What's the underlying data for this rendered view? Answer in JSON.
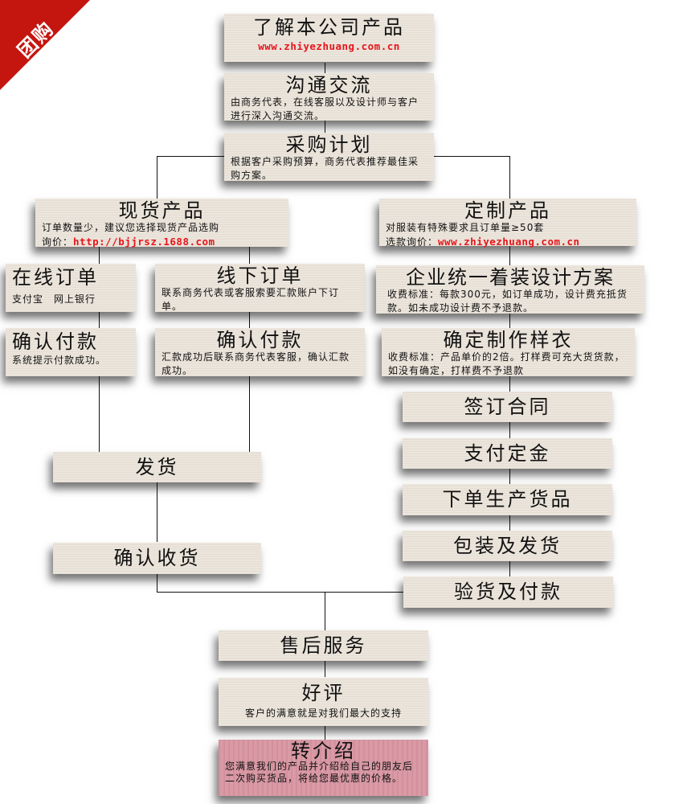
{
  "corner_badge": {
    "label": "团购",
    "color": "#c4160f"
  },
  "colors": {
    "box_bg": "#ebe5dc",
    "referral_bg": "#d99aa5",
    "link": "#e8141a",
    "connector": "#111111"
  },
  "flow": {
    "know_products": {
      "title": "了解本公司产品",
      "link": "www.zhiyezhuang.com.cn"
    },
    "communication": {
      "title": "沟通交流",
      "desc": "由商务代表，在线客服以及设计师与客户进行深入沟通交流。"
    },
    "purchase_plan": {
      "title": "采购计划",
      "desc": "根据客户采购预算，商务代表推荐最佳采购方案。"
    },
    "stock_products": {
      "title": "现货产品",
      "desc": "订单数量少，建议您选择现货产品选购",
      "inquiry_label": "询价：",
      "link": "http://bjjrsz.1688.com"
    },
    "custom_products": {
      "title": "定制产品",
      "desc": "对服装有特殊要求且订单量≥50套",
      "inquiry_label": "选款询价：",
      "link": "www.zhiyezhuang.com.cn"
    },
    "online_order": {
      "title": "在线订单",
      "desc": "支付宝　网上银行"
    },
    "offline_order": {
      "title": "线下订单",
      "desc": "联系商务代表或客服索要汇款账户下订单。"
    },
    "confirm_payment_online": {
      "title": "确认付款",
      "desc": "系统提示付款成功。"
    },
    "confirm_payment_offline": {
      "title": "确认付款",
      "desc": "汇款成功后联系商务代表客服，确认汇款成功。"
    },
    "uniform_design": {
      "title": "企业统一着装设计方案",
      "desc": "收费标准：每款300元，如订单成功，设计费充抵货款。如未成功设计费不予退款。"
    },
    "sample": {
      "title": "确定制作样衣",
      "desc": "收费标准：产品单价的2倍。打样费可充大货货款，如没有确定，打样费不予退款"
    },
    "sign_contract": {
      "title": "签订合同"
    },
    "pay_deposit": {
      "title": "支付定金"
    },
    "produce": {
      "title": "下单生产货品"
    },
    "pack_ship": {
      "title": "包装及发货"
    },
    "inspect_pay": {
      "title": "验货及付款"
    },
    "ship": {
      "title": "发货"
    },
    "confirm_receipt": {
      "title": "确认收货"
    },
    "after_sales": {
      "title": "售后服务"
    },
    "praise": {
      "title": "好评",
      "desc": "客户的满意就是对我们最大的支持"
    },
    "referral": {
      "title": "转介绍",
      "desc": "您满意我们的产品并介绍给自己的朋友后二次购买货品，将给您最优惠的价格。"
    }
  }
}
